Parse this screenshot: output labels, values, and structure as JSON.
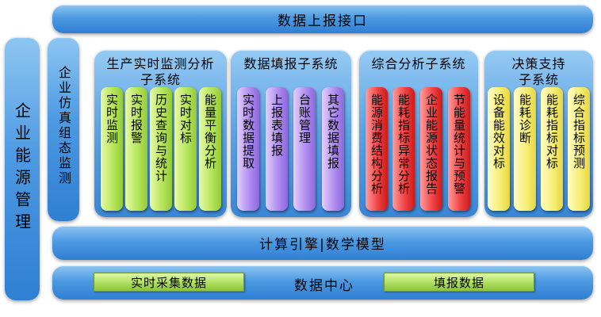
{
  "top_bar": "数据上报接口",
  "left_label": "企业能源管理",
  "sim_label": "企业仿真组态监测",
  "panels": [
    {
      "title_line1": "生产实时监测分析",
      "title_line2": "子系统",
      "items": [
        "实时监测",
        "实时报警",
        "历史查询与统计",
        "实时对标",
        "能量平衡分析"
      ],
      "color": "green"
    },
    {
      "title_line1": "数据填报子系统",
      "title_line2": "",
      "items": [
        "实时数据提取",
        "上报表填报",
        "台账管理",
        "其它数据填报"
      ],
      "color": "purple"
    },
    {
      "title_line1": "综合分析子系统",
      "title_line2": "",
      "items": [
        "能源消费结构分析",
        "能耗指标异常分析",
        "企业能源状态报告",
        "节能量统计与预警"
      ],
      "color": "red"
    },
    {
      "title_line1": "决策支持",
      "title_line2": "子系统",
      "items": [
        "设备能效对标",
        "能耗诊断",
        "能耗指标对标",
        "综合指标预测"
      ],
      "color": "yellow"
    }
  ],
  "engine_bar": "计算引擎|数学模型",
  "data_center": {
    "label": "数据中心",
    "left_box": "实时采集数据",
    "right_box": "填报数据"
  },
  "colors": {
    "blue": "#3f8ad8",
    "green": "#b7e65c",
    "purple": "#b08ef0",
    "red": "#f04444",
    "yellow": "#f7ef78"
  }
}
